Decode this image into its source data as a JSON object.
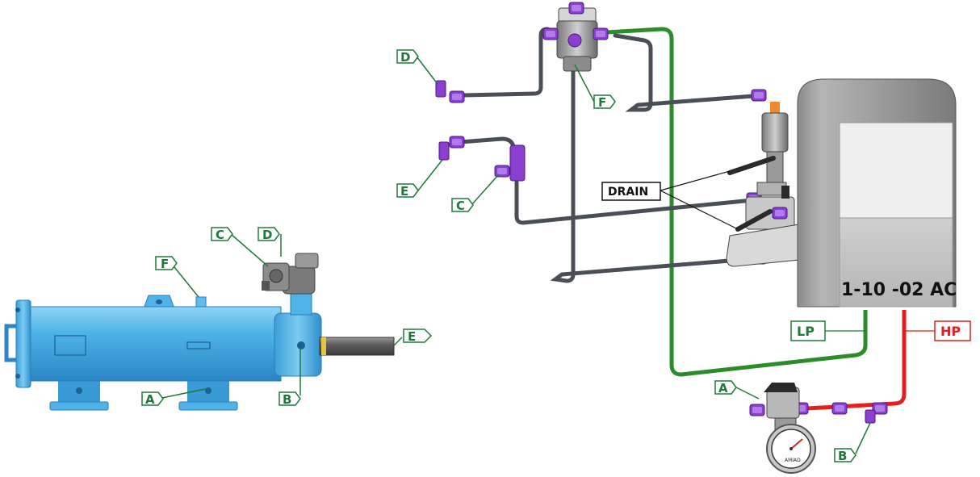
{
  "colors": {
    "tank_blue": "#4fb3e8",
    "tube_gray": "#4a4f57",
    "fitting_purple": "#8a3fd1",
    "low_pressure_green": "#2a8c2a",
    "high_pressure_red": "#e41f1f",
    "callout_green": "#1f7a3a"
  },
  "left_assembly": {
    "callouts": {
      "a": "A",
      "b": "B",
      "c": "C",
      "d": "D",
      "e": "E",
      "f": "F"
    }
  },
  "right_assembly": {
    "callouts": {
      "a": "A",
      "b": "B",
      "c": "C",
      "d": "D",
      "e": "E",
      "f": "F"
    },
    "drain_label": "DRAIN",
    "lp_label": "LP",
    "hp_label": "HP",
    "controller_label": "1-10 -02 AC",
    "gauge_brand": "AMIAD"
  }
}
